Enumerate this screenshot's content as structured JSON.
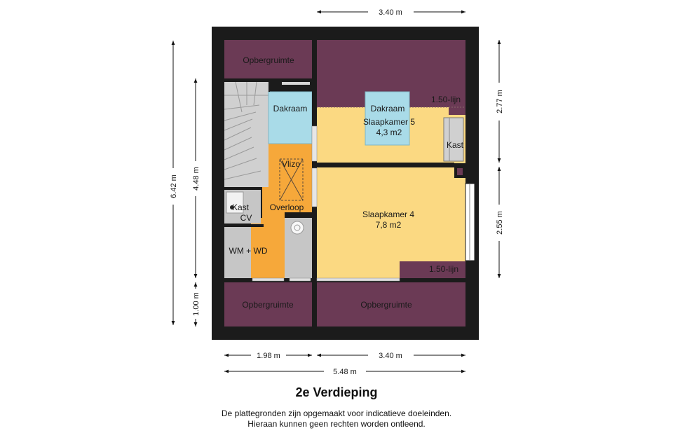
{
  "title": "2e Verdieping",
  "disclaimer": [
    "De plattegronden zijn opgemaakt voor indicatieve doeleinden.",
    "Hieraan kunnen geen rechten worden ontleend."
  ],
  "rooms": {
    "opberg_top_left": "Opbergruimte",
    "dakraam_left": "Dakraam",
    "dakraam_right": "Dakraam",
    "slaapkamer5_name": "Slaapkamer 5",
    "slaapkamer5_area": "4,3 m2",
    "lijn_top": "1.50-lijn",
    "kast_right": "Kast",
    "vlizo": "Vlizo",
    "kast_left": "Kast",
    "cv": "CV",
    "overloop": "Overloop",
    "wm_wd": "WM + WD",
    "slaapkamer4_name": "Slaapkamer 4",
    "slaapkamer4_area": "7,8 m2",
    "lijn_bottom": "1.50-lijn",
    "opberg_bottom_left": "Opbergruimte",
    "opberg_bottom_right": "Opbergruimte"
  },
  "dimensions": {
    "top_width": "3.40 m",
    "left_total": "6.42 m",
    "left_upper": "4.48 m",
    "left_lower": "1.00 m",
    "right_upper": "2.77 m",
    "right_lower": "2.55 m",
    "bottom_left": "1.98 m",
    "bottom_right": "3.40 m",
    "bottom_total": "5.48 m"
  },
  "colors": {
    "wall": "#1b1b1b",
    "storage": "#6b3a55",
    "bedroom": "#fbd982",
    "landing": "#f6a83a",
    "skylight": "#a9dbe8",
    "stairs": "#d0d0d0",
    "utility": "#c6c6c6"
  }
}
